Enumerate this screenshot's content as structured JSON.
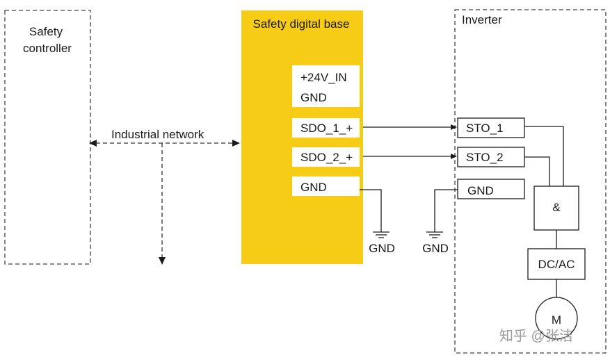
{
  "colors": {
    "base_fill": "#F7CC16",
    "line": "#1a1a1a",
    "dashed": "#444444",
    "white": "#ffffff",
    "watermark": "#9a9a9a"
  },
  "safety_controller": {
    "title_line1": "Safety",
    "title_line2": "controller"
  },
  "network": {
    "label": "Industrial network"
  },
  "digital_base": {
    "title": "Safety digital base",
    "power_pins": [
      "+24V_IN",
      "GND"
    ],
    "sdo1": "SDO_1_+",
    "sdo2": "SDO_2_+",
    "gnd": "GND"
  },
  "inverter": {
    "title": "Inverter",
    "sto1": "STO_1",
    "sto2": "STO_2",
    "gnd": "GND",
    "and_gate": "&",
    "dcac": "DC/AC",
    "motor": "M"
  },
  "ground_labels": {
    "base_ground": "GND",
    "inverter_ground": "GND"
  },
  "watermark": "知乎 @张洁"
}
